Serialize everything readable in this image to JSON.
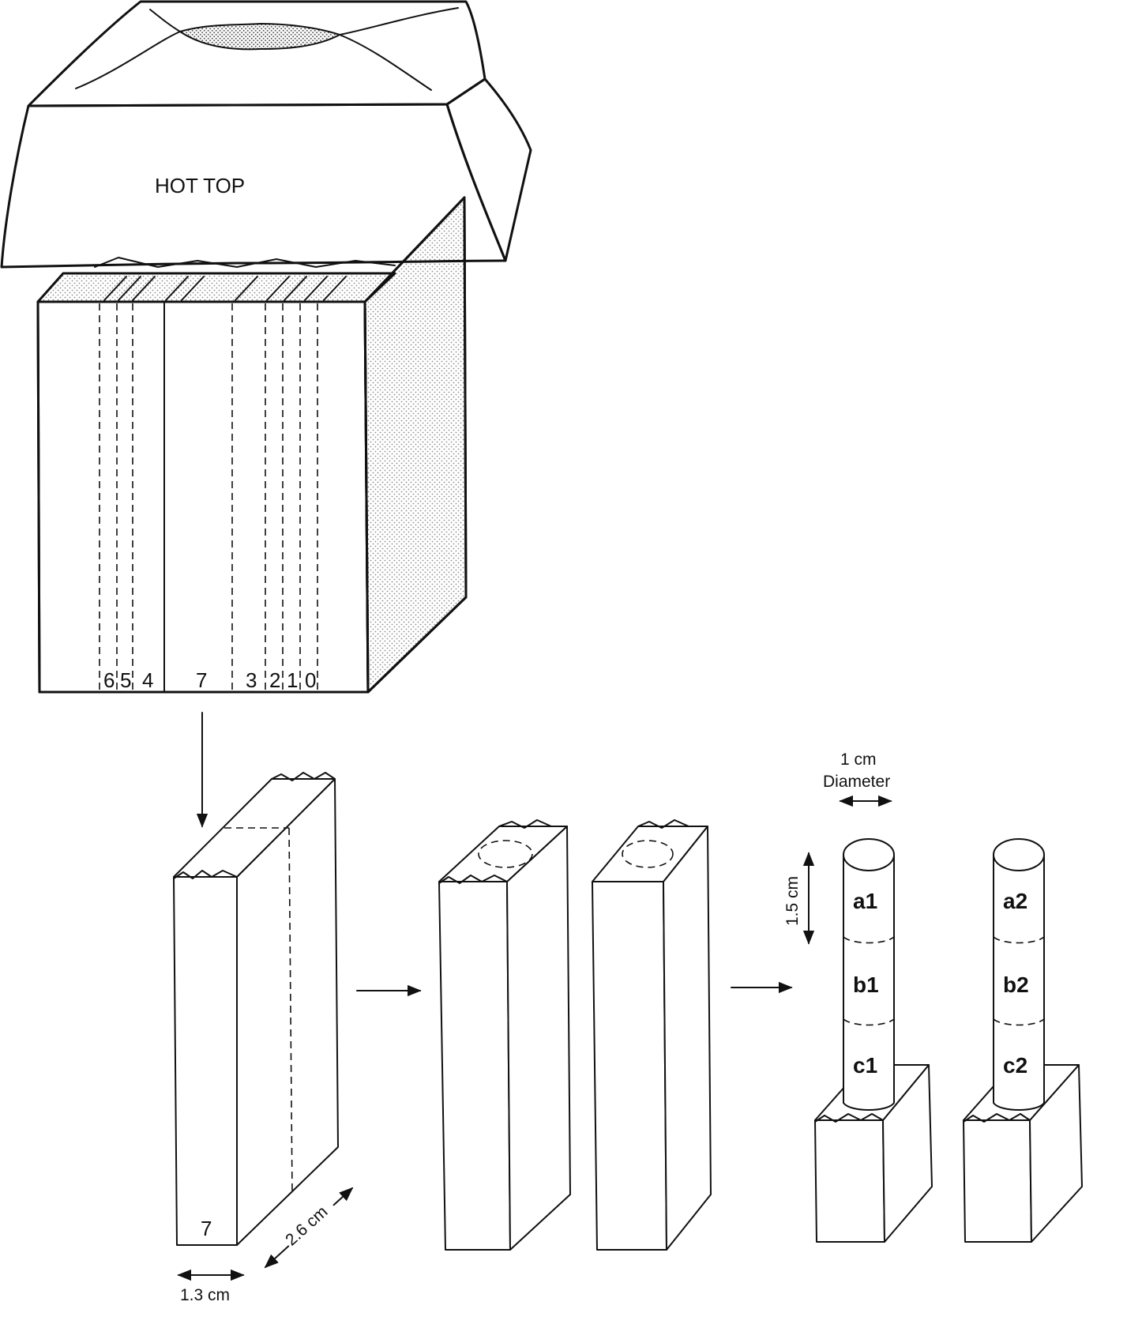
{
  "labels": {
    "hot_top": "HOT TOP",
    "strips": [
      "6",
      "5",
      "4",
      "7",
      "3",
      "2",
      "1",
      "0"
    ],
    "bar_label": "7",
    "width_dim": "1.3 cm",
    "depth_dim": "2.6 cm",
    "diameter_value": "1 cm",
    "diameter_word": "Diameter",
    "height_dim": "1.5 cm",
    "segments_1": [
      "a1",
      "b1",
      "c1"
    ],
    "segments_2": [
      "a2",
      "b2",
      "c2"
    ]
  },
  "colors": {
    "ink": "#111111",
    "paper": "#ffffff",
    "stipple": "#9a9a9a"
  }
}
